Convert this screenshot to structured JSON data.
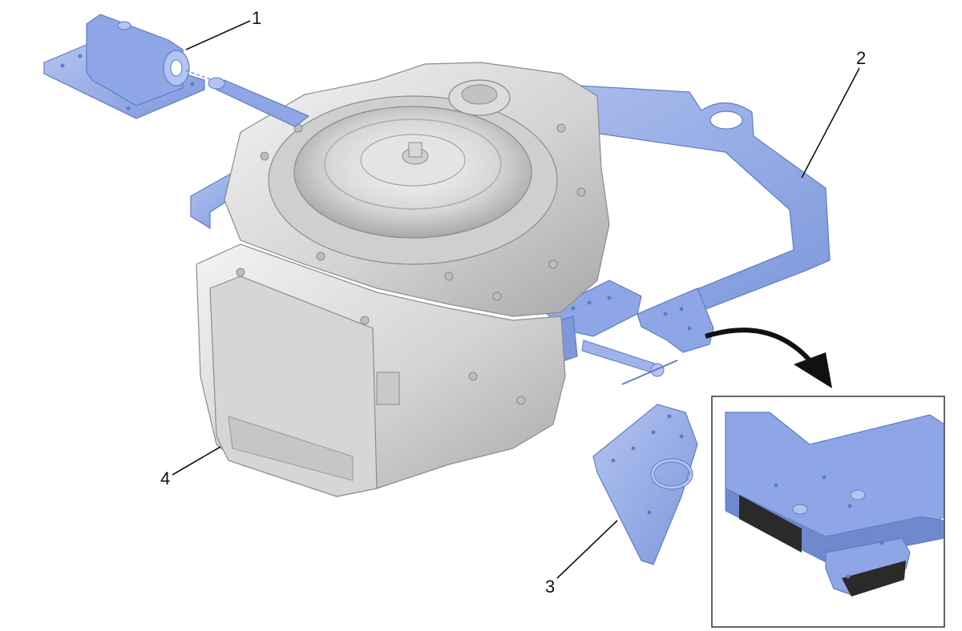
{
  "colors": {
    "tool_blue": "#8ea6e6",
    "tool_blue_dark": "#6f89cf",
    "tool_blue_light": "#b3c4f0",
    "casing_gray": "#d9d9d9",
    "casing_dark": "#a9a9a9",
    "casing_light": "#f0f0f0",
    "line": "#111111",
    "pad_black": "#2a2a2a"
  },
  "callouts": [
    {
      "id": "1",
      "label": "1"
    },
    {
      "id": "2",
      "label": "2"
    },
    {
      "id": "3",
      "label": "3"
    },
    {
      "id": "4",
      "label": "4"
    }
  ],
  "icons": {
    "arrow": "curved-arrow-icon"
  }
}
